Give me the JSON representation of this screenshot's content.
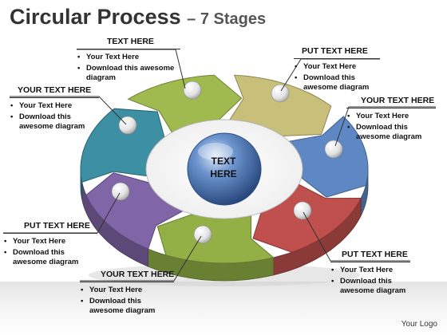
{
  "title": {
    "main": "Circular Process",
    "sub": "– 7 Stages"
  },
  "center": {
    "label_line1": "TEXT",
    "label_line2": "HERE",
    "color": "#3f6aa8"
  },
  "stages": [
    {
      "color": "#9fba4f",
      "heading": "TEXT HERE",
      "bullets": [
        "Your Text Here",
        "Download this awesome diagram"
      ]
    },
    {
      "color": "#c8c07a",
      "heading": "PUT  TEXT HERE",
      "bullets": [
        "Your Text Here",
        "Download this awesome diagram"
      ]
    },
    {
      "color": "#5e88c4",
      "heading": "YOUR TEXT HERE",
      "bullets": [
        "Your Text Here",
        "Download this awesome diagram"
      ]
    },
    {
      "color": "#c0504d",
      "heading": "PUT TEXT HERE",
      "bullets": [
        "Your Text Here",
        "Download this awesome diagram"
      ]
    },
    {
      "color": "#92b045",
      "heading": "YOUR TEXT HERE",
      "bullets": [
        "Your Text Here",
        "Download this awesome diagram"
      ]
    },
    {
      "color": "#8065a7",
      "heading": "PUT TEXT HERE",
      "bullets": [
        "Your Text Here",
        "Download this awesome diagram"
      ]
    },
    {
      "color": "#3d8fa3",
      "heading": "YOUR TEXT HERE",
      "bullets": [
        "Your Text Here",
        "Download this awesome diagram"
      ]
    }
  ],
  "logo": "Your Logo"
}
